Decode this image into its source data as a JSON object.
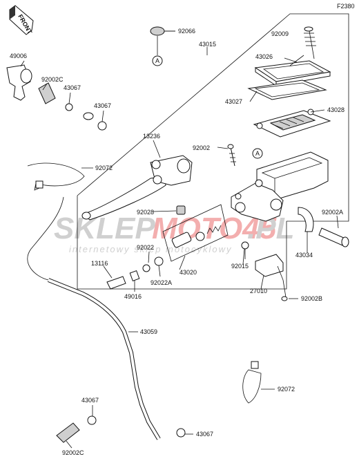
{
  "diagram_code": "F2380",
  "front_label": "FRONT",
  "callout_a": "A",
  "watermark": {
    "text_gray_1": "SKLEP",
    "text_red": "MOTO45",
    "text_gray_2": ".PL",
    "subtitle": "internetowy sklep motocyklowy",
    "gray_color": "#c8c8c8",
    "red_color": "#f1a0a0"
  },
  "part_labels": [
    "92066",
    "43015",
    "92009",
    "49006",
    "92002C",
    "43067",
    "43026",
    "43067",
    "43027",
    "43028",
    "13236",
    "92002",
    "92072",
    "92028",
    "92022",
    "13116",
    "92022A",
    "49016",
    "43020",
    "92015",
    "27010",
    "92002A",
    "43034",
    "92002B",
    "43059",
    "92072",
    "43067",
    "92002C",
    "43067"
  ]
}
